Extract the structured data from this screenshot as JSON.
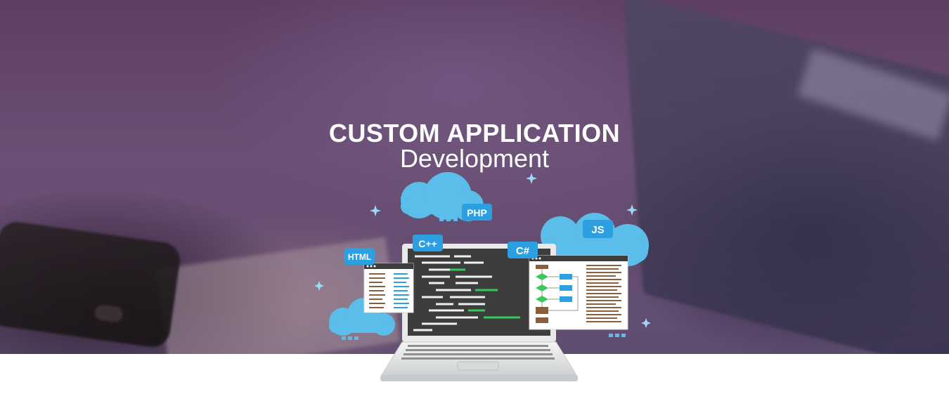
{
  "banner": {
    "title": "CUSTOM APPLICATION",
    "subtitle": "Development"
  },
  "illustration": {
    "tags": {
      "php": "PHP",
      "cpp": "C++",
      "html": "HTML",
      "csharp": "C#",
      "js": "JS"
    },
    "colors": {
      "cloud": "#5bbde9",
      "tag": "#2b9fe0",
      "code_green": "#37c85a",
      "flow_green": "#3cc75b",
      "flow_blue": "#2ba1df",
      "flow_brown": "#8b5e3c",
      "screen": "#3d3d3d"
    }
  }
}
